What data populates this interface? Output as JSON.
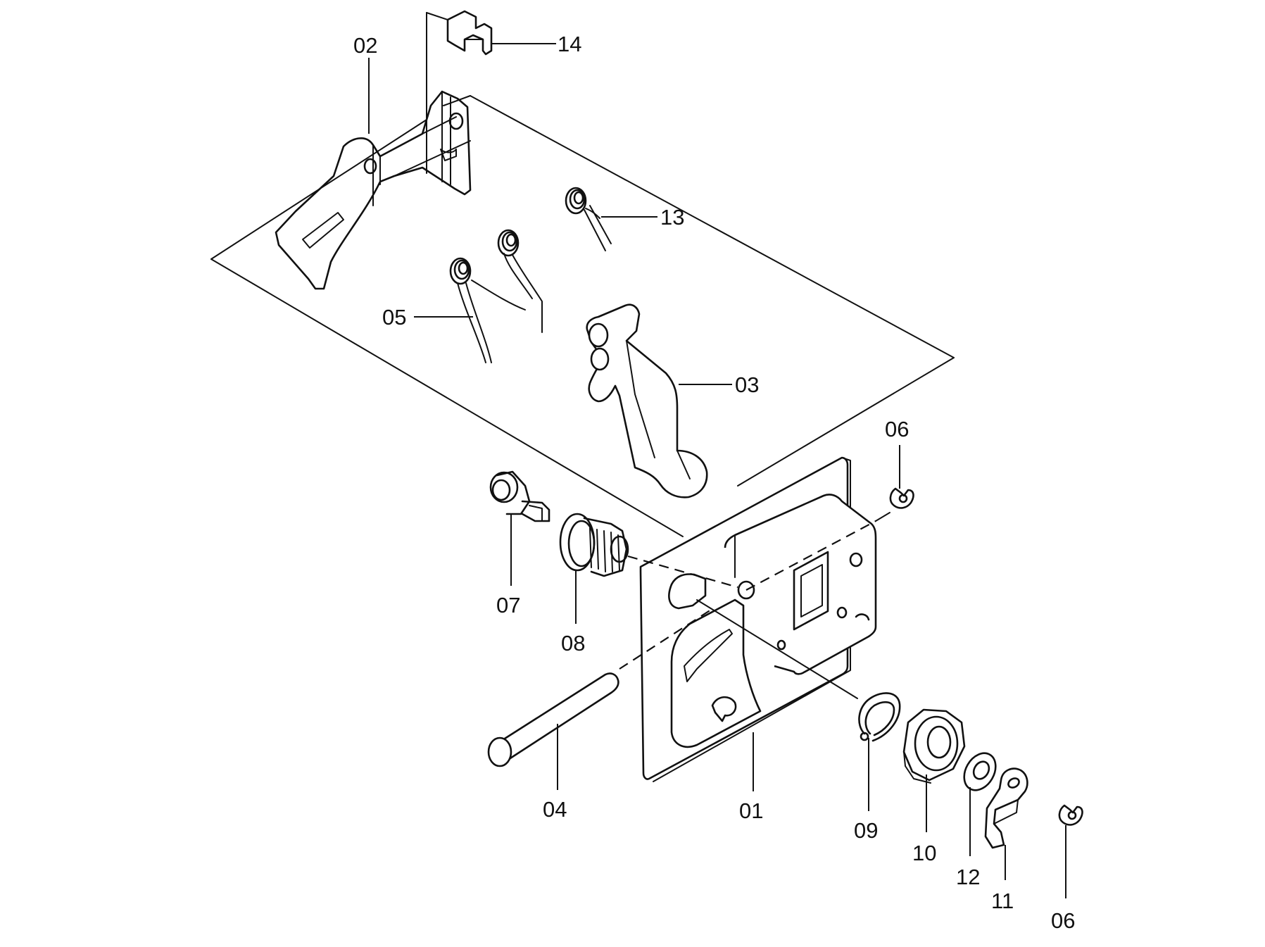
{
  "labels": {
    "p01": "01",
    "p02": "02",
    "p03": "03",
    "p04": "04",
    "p05": "05",
    "p06a": "06",
    "p06b": "06",
    "p07": "07",
    "p08": "08",
    "p09": "09",
    "p10": "10",
    "p11": "11",
    "p12": "12",
    "p13": "13",
    "p14": "14"
  }
}
